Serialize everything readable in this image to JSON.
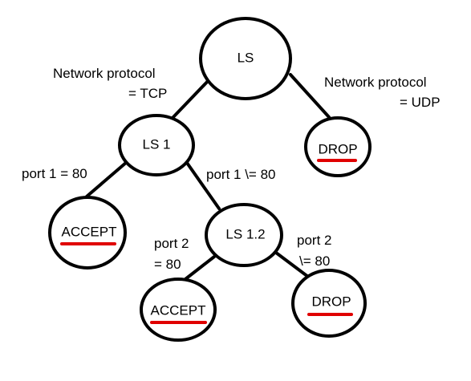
{
  "colors": {
    "stroke": "#000000",
    "fill": "#ffffff",
    "underline": "#e00000",
    "text": "#000000"
  },
  "nodes": {
    "root": {
      "label": "LS"
    },
    "ls1": {
      "label": "LS 1"
    },
    "drop_udp": {
      "label": "DROP"
    },
    "accept_port1": {
      "label": "ACCEPT"
    },
    "ls12": {
      "label": "LS 1.2"
    },
    "accept_port2": {
      "label": "ACCEPT"
    },
    "drop_port2": {
      "label": "DROP"
    }
  },
  "edge_labels": {
    "tcp_line1": "Network protocol",
    "tcp_line2": "= TCP",
    "udp_line1": "Network protocol",
    "udp_line2": "= UDP",
    "port1_eq": "port 1 = 80",
    "port1_neq": "port 1 \\= 80",
    "port2_eq_line1": "port 2",
    "port2_eq_line2": "= 80",
    "port2_neq_line1": "port 2",
    "port2_neq_line2": "\\= 80"
  }
}
